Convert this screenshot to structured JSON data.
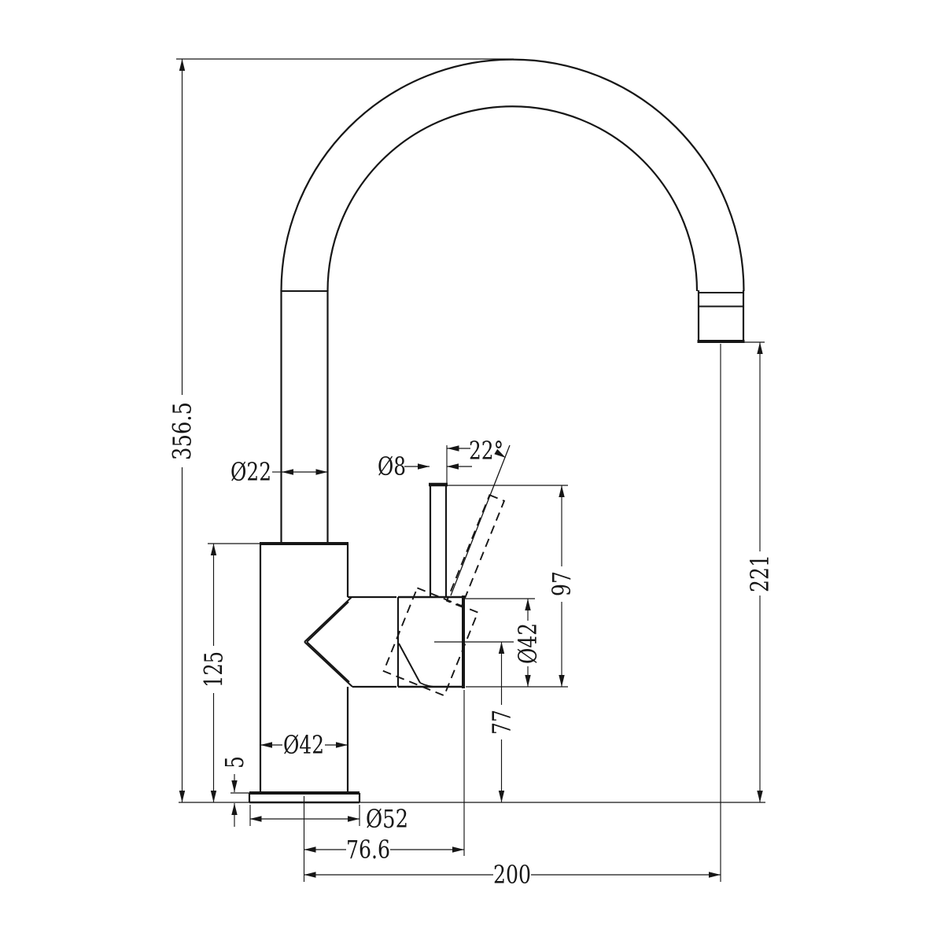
{
  "style": {
    "background": "#ffffff",
    "line_color": "#161616"
  },
  "dims": {
    "total_height": "356.5",
    "body_height": "125",
    "base_plate_thickness": "5",
    "spout_tube_diameter": "Ø22",
    "handle_stem_diameter": "Ø8",
    "handle_angle": "22°",
    "stem_top_height": "97",
    "cartridge_diameter": "Ø42",
    "handle_bottom_height": "77",
    "outlet_height": "221",
    "body_diameter": "Ø42",
    "base_diameter": "Ø52",
    "handle_reach": "76.6",
    "spout_reach": "200"
  }
}
